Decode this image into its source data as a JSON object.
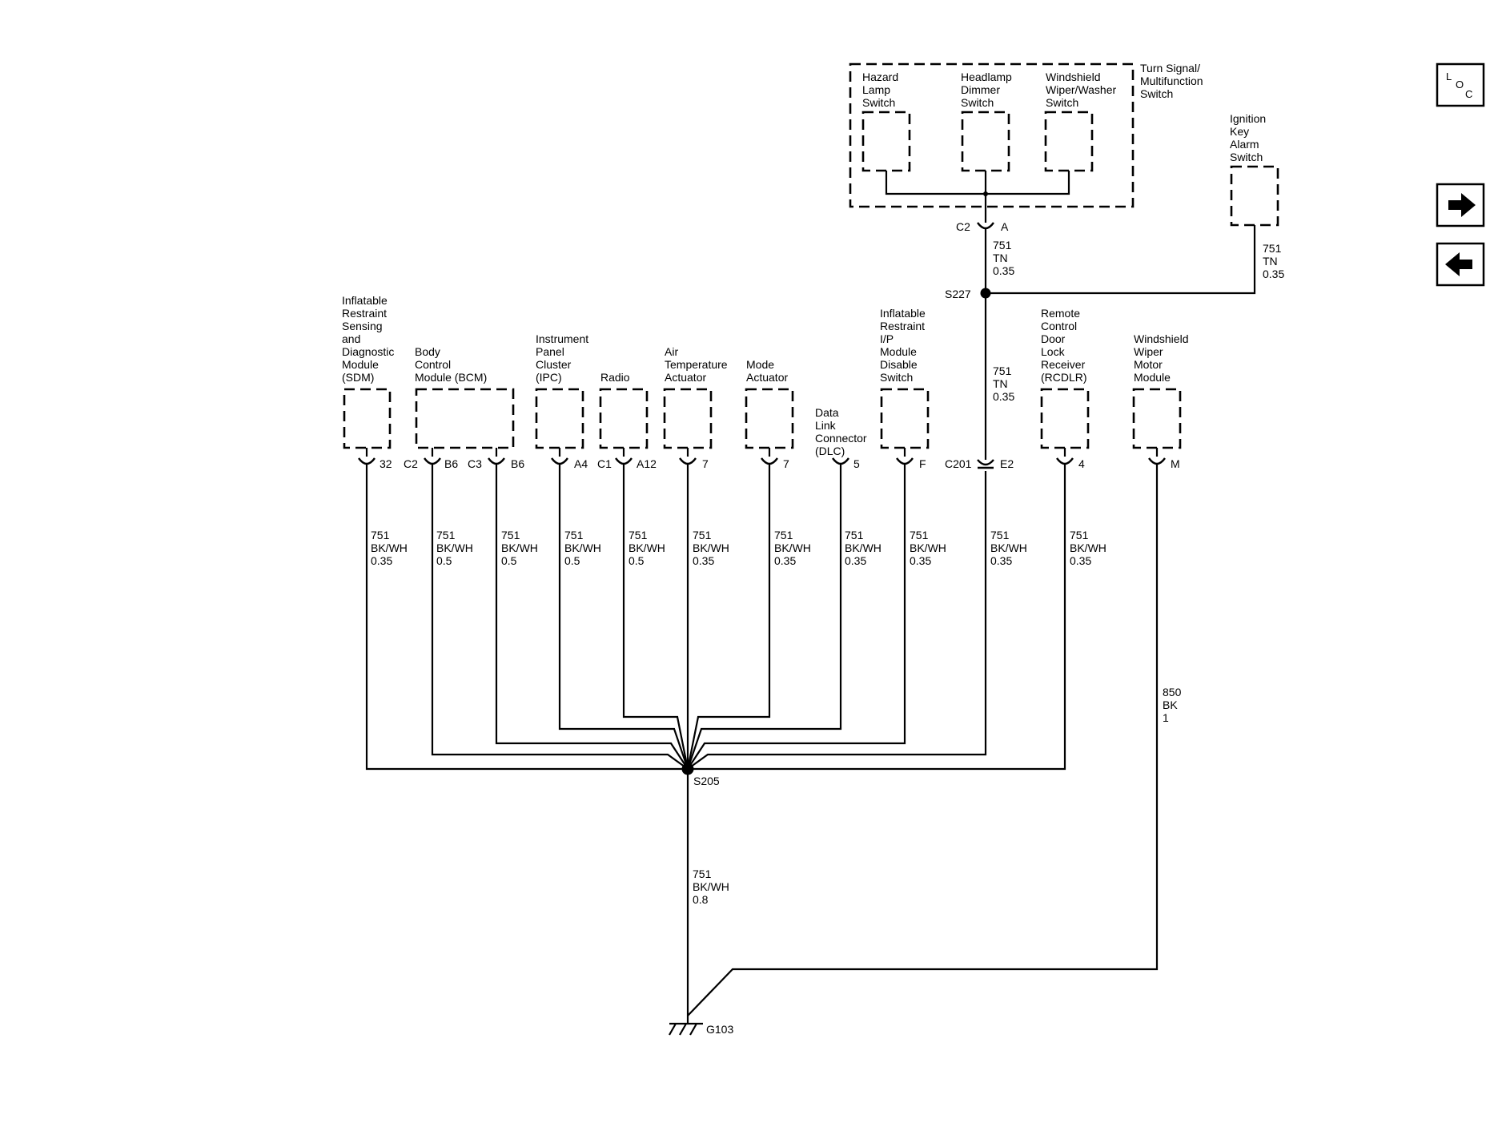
{
  "turn_signal_switch": {
    "title": [
      "Turn Signal/",
      "Multifunction",
      "Switch"
    ],
    "hazard": [
      "Hazard",
      "Lamp",
      "Switch"
    ],
    "headlamp": [
      "Headlamp",
      "Dimmer",
      "Switch"
    ],
    "wiper": [
      "Windshield",
      "Wiper/Washer",
      "Switch"
    ],
    "conn_c2": "C2",
    "conn_a": "A"
  },
  "ignition_key_switch": {
    "label": [
      "Ignition",
      "Key",
      "Alarm",
      "Switch"
    ],
    "wire": [
      "751",
      "TN",
      "0.35"
    ]
  },
  "wire_tsw": [
    "751",
    "TN",
    "0.35"
  ],
  "wire_s227_down": [
    "751",
    "TN",
    "0.35"
  ],
  "splice_s227": "S227",
  "splice_s205": "S205",
  "ground": "G103",
  "components": {
    "sdm": [
      "Inflatable",
      "Restraint",
      "Sensing",
      "and",
      "Diagnostic",
      "Module",
      "(SDM)"
    ],
    "bcm": [
      "Body",
      "Control",
      "Module (BCM)"
    ],
    "ipc": [
      "Instrument",
      "Panel",
      "Cluster",
      "(IPC)"
    ],
    "radio": [
      "Radio"
    ],
    "air_temp": [
      "Air",
      "Temperature",
      "Actuator"
    ],
    "mode": [
      "Mode",
      "Actuator"
    ],
    "dlc": [
      "Data",
      "Link",
      "Connector",
      "(DLC)"
    ],
    "irpm": [
      "Inflatable",
      "Restraint",
      "I/P",
      "Module",
      "Disable",
      "Switch"
    ],
    "rcdlr": [
      "Remote",
      "Control",
      "Door",
      "Lock",
      "Receiver",
      "(RCDLR)"
    ],
    "wiper_module": [
      "Windshield",
      "Wiper",
      "Motor",
      "Module"
    ]
  },
  "pins": {
    "sdm": "32",
    "bcm_c2": "C2",
    "bcm_b6a": "B6",
    "bcm_c3": "C3",
    "bcm_b6b": "B6",
    "ipc": "A4",
    "radio_c1": "C1",
    "radio": "A12",
    "air_temp": "7",
    "mode": "7",
    "dlc": "5",
    "irpm": "F",
    "c201": "C201",
    "c201_pin": "E2",
    "rcdlr": "4",
    "wiper_module": "M"
  },
  "wires": {
    "sdm": [
      "751",
      "BK/WH",
      "0.35"
    ],
    "bcm1": [
      "751",
      "BK/WH",
      "0.5"
    ],
    "bcm2": [
      "751",
      "BK/WH",
      "0.5"
    ],
    "ipc": [
      "751",
      "BK/WH",
      "0.5"
    ],
    "radio": [
      "751",
      "BK/WH",
      "0.5"
    ],
    "air_temp": [
      "751",
      "BK/WH",
      "0.35"
    ],
    "mode": [
      "751",
      "BK/WH",
      "0.35"
    ],
    "dlc": [
      "751",
      "BK/WH",
      "0.35"
    ],
    "irpm": [
      "751",
      "BK/WH",
      "0.35"
    ],
    "c201": [
      "751",
      "BK/WH",
      "0.35"
    ],
    "rcdlr": [
      "751",
      "BK/WH",
      "0.35"
    ],
    "ground_trunk": [
      "751",
      "BK/WH",
      "0.8"
    ],
    "wiper_ground": [
      "850",
      "BK",
      "1"
    ]
  },
  "loc_button": {
    "l": "L",
    "o": "O",
    "c": "C"
  },
  "nav_icons": {
    "next": "right-arrow",
    "prev": "left-arrow"
  }
}
